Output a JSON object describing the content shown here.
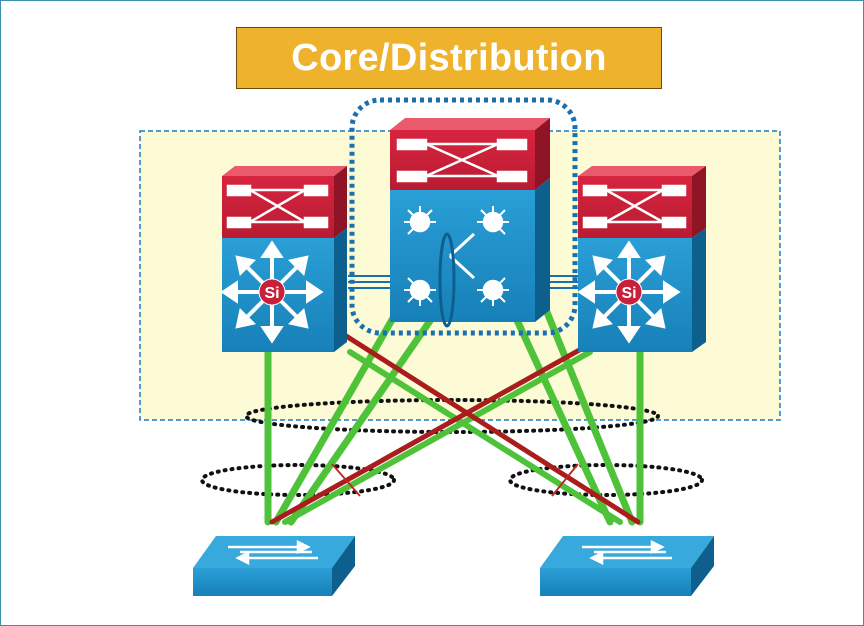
{
  "title": "Core/Distribution",
  "colors": {
    "title_fill": "#efb22c",
    "zone_fill": "#fdfbd6",
    "switch_blue": "#1e92c8",
    "switch_red": "#c8203a",
    "uplink_green": "#4ec33a",
    "blocked_link": "#a91d1d",
    "vss_outline": "#1a6fb0"
  },
  "devices": {
    "core_left": {
      "type": "layer3-switch",
      "badge": "Si"
    },
    "core_center": {
      "type": "multilayer-switch-stack"
    },
    "core_right": {
      "type": "layer3-switch",
      "badge": "Si"
    },
    "access_left": {
      "type": "workgroup-switch"
    },
    "access_right": {
      "type": "workgroup-switch"
    }
  },
  "links": {
    "uplinks": "green",
    "blocked": "red-crossed"
  }
}
